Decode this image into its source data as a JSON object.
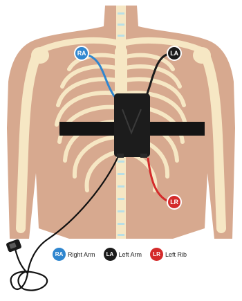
{
  "colors": {
    "skin": "#d7a98f",
    "bone": "#f6e7c4",
    "spine_accent": "#b9dfe6",
    "ra": "#2f86cf",
    "la": "#1b1b1b",
    "lr": "#d42b2b",
    "device": "#1c1c1c"
  },
  "electrodes": {
    "ra": {
      "label": "RA"
    },
    "la": {
      "label": "LA"
    },
    "lr": {
      "label": "LR"
    }
  },
  "legend": {
    "items": [
      {
        "label": "RA",
        "text": "Right Arm",
        "color": "#2f86cf"
      },
      {
        "label": "LA",
        "text": "Left Arm",
        "color": "#1b1b1b"
      },
      {
        "label": "LR",
        "text": "Left Rib",
        "color": "#d42b2b"
      }
    ]
  },
  "icons": [
    "torso-silhouette",
    "ribcage",
    "spine",
    "ecg-recorder-device",
    "chest-strap",
    "usb-connector"
  ]
}
